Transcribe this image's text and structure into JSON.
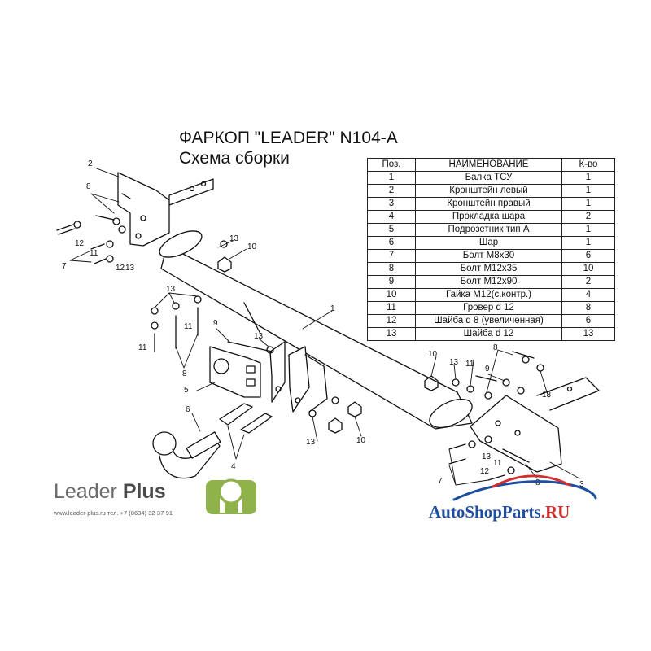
{
  "header": {
    "title": "ФАРКОП \"LEADER\" N104-A",
    "subtitle": "Схема сборки"
  },
  "parts_table": {
    "columns": [
      "Поз.",
      "НАИМЕНОВАНИЕ",
      "К-во"
    ],
    "rows": [
      [
        "1",
        "Балка ТСУ",
        "1"
      ],
      [
        "2",
        "Кронштейн левый",
        "1"
      ],
      [
        "3",
        "Кронштейн правый",
        "1"
      ],
      [
        "4",
        "Прокладка шара",
        "2"
      ],
      [
        "5",
        "Подрозетник тип А",
        "1"
      ],
      [
        "6",
        "Шар",
        "1"
      ],
      [
        "7",
        "Болт М8х30",
        "6"
      ],
      [
        "8",
        "Болт М12х35",
        "10"
      ],
      [
        "9",
        "Болт М12х90",
        "2"
      ],
      [
        "10",
        "Гайка М12(с.контр.)",
        "4"
      ],
      [
        "11",
        "Гровер d 12",
        "8"
      ],
      [
        "12",
        "Шайба d 8 (увеличенная)",
        "6"
      ],
      [
        "13",
        "Шайба d 12",
        "13"
      ]
    ]
  },
  "logo": {
    "brand_first": "Leader",
    "brand_second": "Plus",
    "contact": "www.leader-plus.ru   тел. +7 (8634) 32-37-91"
  },
  "watermark": {
    "part1": "AutoShopParts",
    "part2": ".RU"
  },
  "callouts": {
    "c1": "1",
    "c2": "2",
    "c3": "3",
    "c4": "4",
    "c5": "5",
    "c6": "6",
    "c7": "7",
    "c8": "8",
    "c9": "9",
    "c10": "10",
    "c11": "11",
    "c12": "12",
    "c13": "13"
  },
  "colors": {
    "line": "#111111",
    "brand_gray": "#6b6b6b",
    "logo_green": "#8fb24a",
    "watermark_blue": "#1d4ea0",
    "watermark_red": "#d23030"
  }
}
